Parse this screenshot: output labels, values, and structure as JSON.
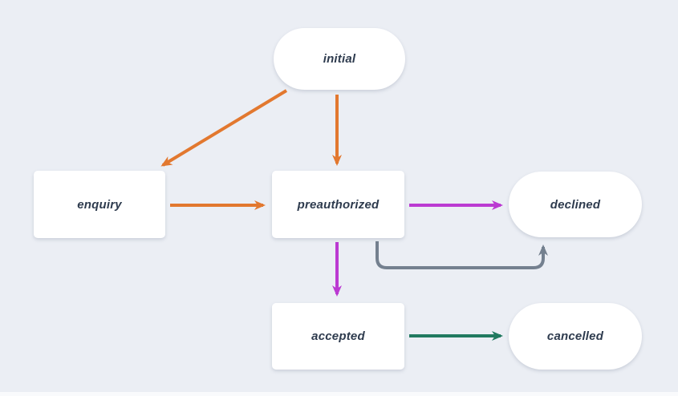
{
  "diagram": {
    "type": "state-diagram",
    "nodes": {
      "initial": {
        "label": "initial",
        "shape": "pill"
      },
      "enquiry": {
        "label": "enquiry",
        "shape": "rect"
      },
      "preauthorized": {
        "label": "preauthorized",
        "shape": "rect"
      },
      "declined": {
        "label": "declined",
        "shape": "pill"
      },
      "accepted": {
        "label": "accepted",
        "shape": "rect"
      },
      "cancelled": {
        "label": "cancelled",
        "shape": "pill"
      }
    },
    "edges": [
      {
        "from": "initial",
        "to": "enquiry",
        "color": "orange",
        "style": "straight"
      },
      {
        "from": "initial",
        "to": "preauthorized",
        "color": "orange",
        "style": "straight"
      },
      {
        "from": "enquiry",
        "to": "preauthorized",
        "color": "orange",
        "style": "straight"
      },
      {
        "from": "preauthorized",
        "to": "declined",
        "color": "magenta",
        "style": "straight"
      },
      {
        "from": "preauthorized",
        "to": "accepted",
        "color": "magenta",
        "style": "straight"
      },
      {
        "from": "preauthorized",
        "to": "declined",
        "color": "gray",
        "style": "u-turn"
      },
      {
        "from": "accepted",
        "to": "cancelled",
        "color": "teal",
        "style": "straight"
      }
    ]
  },
  "colors": {
    "background": "#ebeef4",
    "node_fill": "#ffffff",
    "node_text": "#2e3b4e",
    "orange": "#e2782f",
    "magenta": "#bb3ad2",
    "teal": "#217a60",
    "gray": "#74808f"
  }
}
